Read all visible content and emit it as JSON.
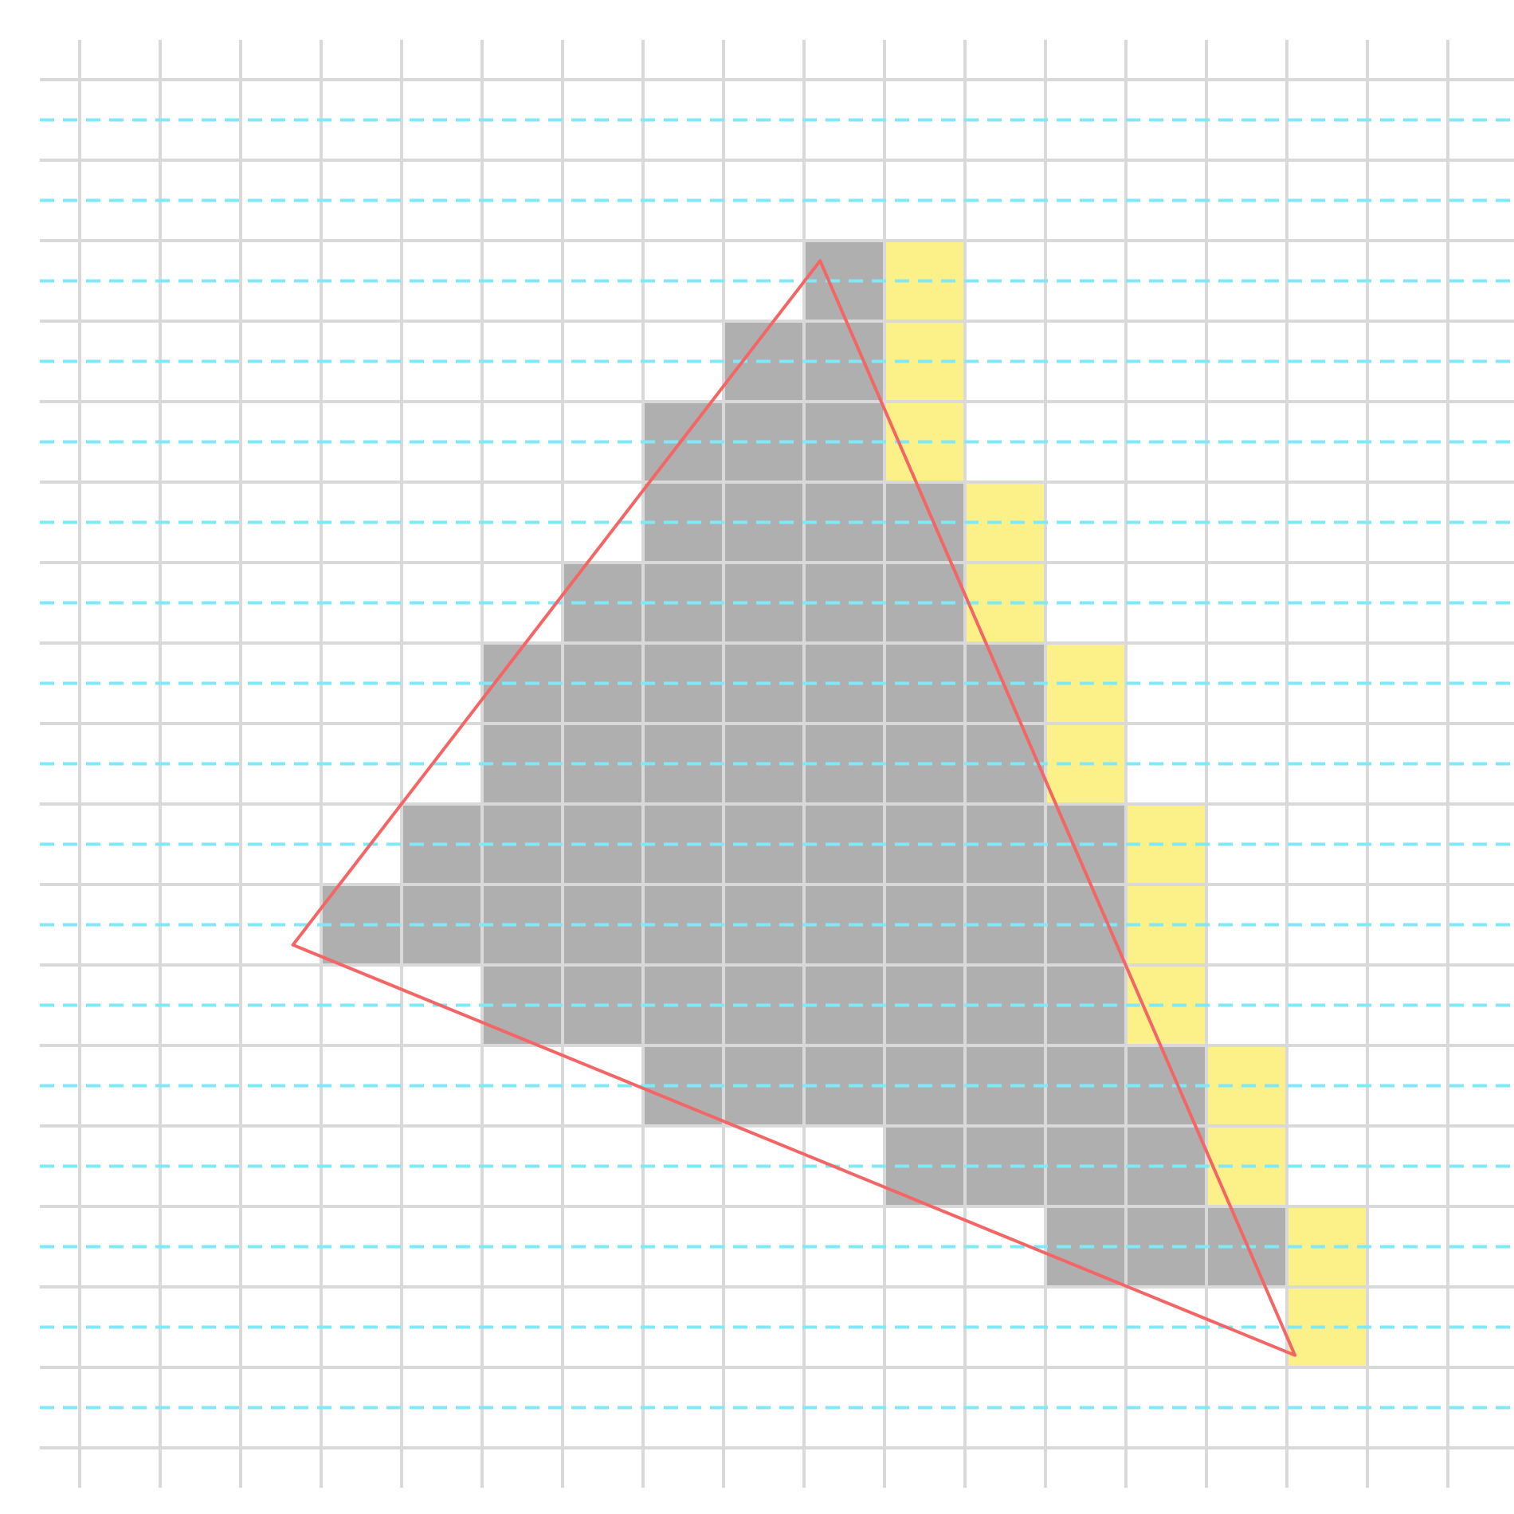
{
  "diagram": {
    "title": "",
    "grid": {
      "columns": 18,
      "rows": 17
    },
    "colors": {
      "background": "#ffffff",
      "grid_line": "#d9d9d9",
      "scanline": "#7fe9f8",
      "covered_pixel": "#afafaf",
      "edge_pixel": "#fcf088",
      "triangle_stroke": "#f46565"
    },
    "triangle": {
      "vertices": [
        [
          9.2,
          2.25
        ],
        [
          2.65,
          10.75
        ],
        [
          15.1,
          15.85
        ]
      ]
    },
    "rows": [
      {
        "row": 2,
        "covered": [
          9,
          9
        ],
        "edge": [
          10,
          10
        ]
      },
      {
        "row": 3,
        "covered": [
          8,
          9
        ],
        "edge": [
          10,
          10
        ]
      },
      {
        "row": 4,
        "covered": [
          7,
          9
        ],
        "edge": [
          10,
          10
        ]
      },
      {
        "row": 5,
        "covered": [
          7,
          10
        ],
        "edge": [
          11,
          11
        ]
      },
      {
        "row": 6,
        "covered": [
          6,
          10
        ],
        "edge": [
          11,
          11
        ]
      },
      {
        "row": 7,
        "covered": [
          5,
          11
        ],
        "edge": [
          12,
          12
        ]
      },
      {
        "row": 8,
        "covered": [
          5,
          11
        ],
        "edge": [
          12,
          12
        ]
      },
      {
        "row": 9,
        "covered": [
          4,
          12
        ],
        "edge": [
          13,
          13
        ]
      },
      {
        "row": 10,
        "covered": [
          3,
          12
        ],
        "edge": [
          13,
          13
        ]
      },
      {
        "row": 11,
        "covered": [
          5,
          12
        ],
        "edge": [
          13,
          13
        ]
      },
      {
        "row": 12,
        "covered": [
          7,
          13
        ],
        "edge": [
          14,
          14
        ]
      },
      {
        "row": 13,
        "covered": [
          10,
          13
        ],
        "edge": [
          14,
          14
        ]
      },
      {
        "row": 14,
        "covered": [
          12,
          14
        ],
        "edge": [
          15,
          15
        ]
      },
      {
        "row": 15,
        "covered": null,
        "edge": [
          15,
          15
        ]
      }
    ]
  }
}
